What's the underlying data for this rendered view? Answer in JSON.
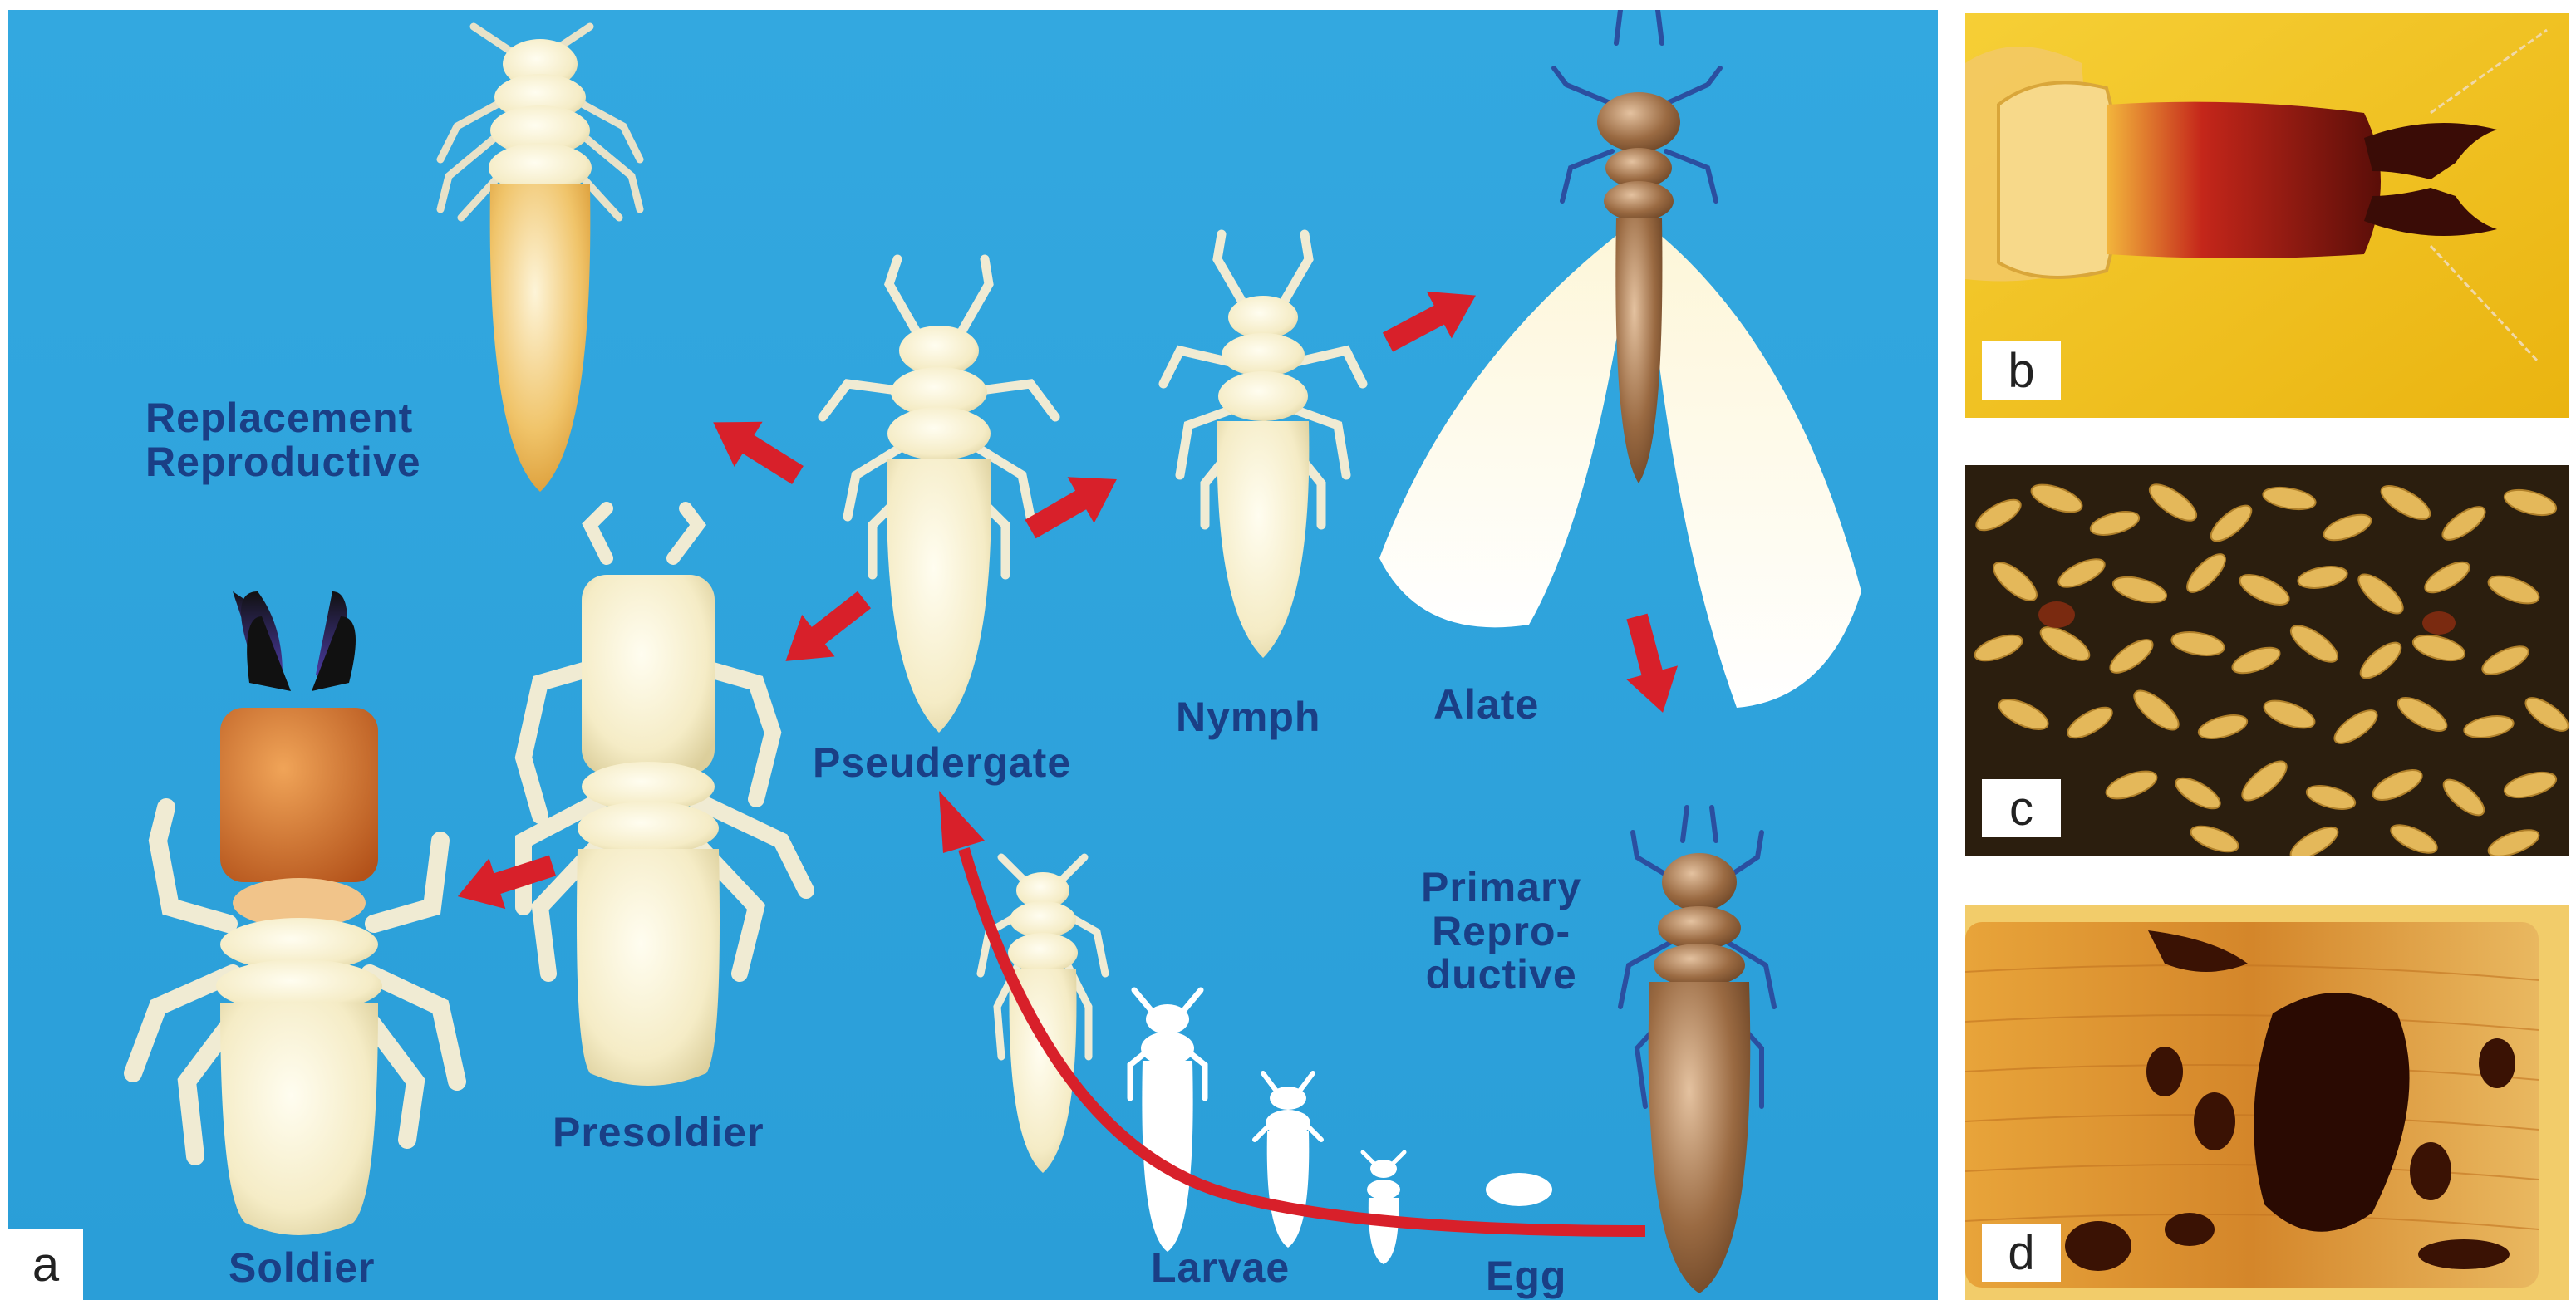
{
  "panel_letters": {
    "a": "a",
    "b": "b",
    "c": "c",
    "d": "d"
  },
  "stages": {
    "replacement_reproductive": "Replacement\nReproductive",
    "pseudergate": "Pseudergate",
    "nymph": "Nymph",
    "alate": "Alate",
    "primary_reproductive": "Primary\nRepro-\nductive",
    "presoldier": "Presoldier",
    "soldier": "Soldier",
    "larvae": "Larvae",
    "egg": "Egg"
  },
  "colors": {
    "background_blue": "#2ba3dc",
    "arrow_red": "#d8202a",
    "label_blue": "#1a3f86",
    "termite_cream": "#f7efcb",
    "replacement_gold": "#e9b24a",
    "soldier_head": "#c9651c",
    "primary_brown": "#8a5a35",
    "photo_b_bg": "#f2c21a",
    "photo_d_wood": "#d58a2a"
  }
}
